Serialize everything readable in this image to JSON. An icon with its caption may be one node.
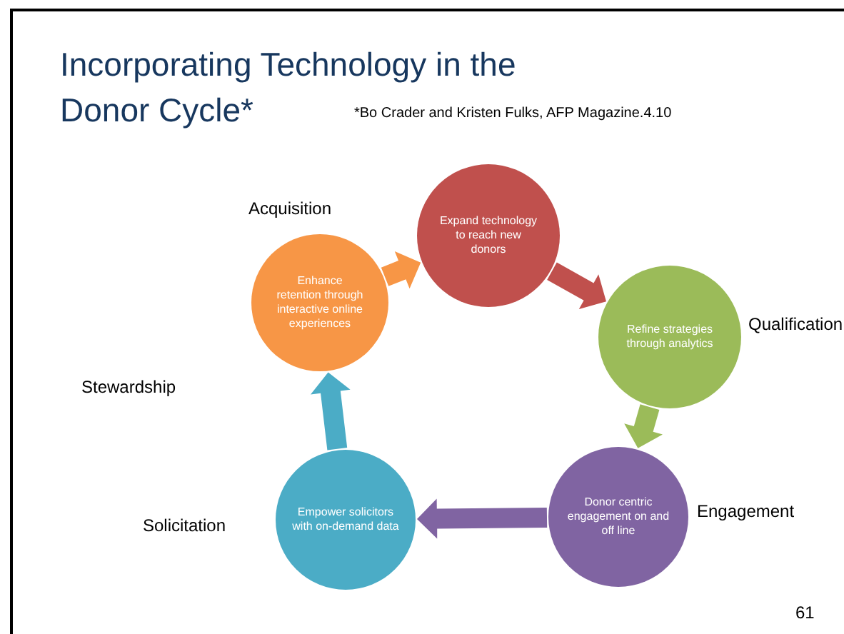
{
  "diagram": {
    "title": "Incorporating Technology in the Donor Cycle*",
    "nodes": [
      {
        "text": [
          "Expand technology to reach new donors"
        ]
      },
      {
        "text": [
          "Refine strategies through analytics"
        ]
      },
      {
        "text": [
          "Donor centric engagement on and off line"
        ]
      },
      {
        "text": [
          "Empower solicitors with on-demand data"
        ]
      },
      {
        "text": [
          "Enhance retention through interactive online experiences"
        ]
      }
    ],
    "edges": [
      {
        "from": 0,
        "to": 1,
        "arrow": "to",
        "style": "thick",
        "color": "#c0504d"
      },
      {
        "from": 1,
        "to": 2,
        "arrow": "to",
        "style": "thick",
        "color": "#9bbb59"
      },
      {
        "from": 2,
        "to": 3,
        "arrow": "to",
        "style": "thick",
        "color": "#8064a2"
      },
      {
        "from": 3,
        "to": 4,
        "arrow": "to",
        "style": "thick",
        "color": "#4bacc6"
      },
      {
        "from": 4,
        "to": 0,
        "arrow": "to",
        "style": "thick",
        "color": "#f79646"
      }
    ],
    "labels": [
      "*Bo Crader and Kristen Fulks, AFP Magazine.4.10",
      "Acquisition",
      "Qualification",
      "Stewardship",
      "Engagement",
      "Solicitation",
      "61"
    ]
  }
}
